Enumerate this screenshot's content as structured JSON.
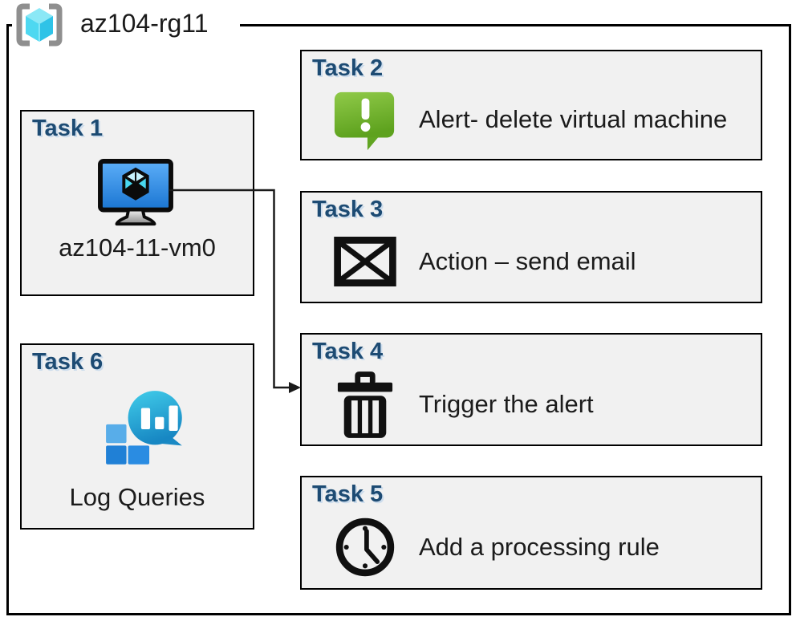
{
  "resource_group": {
    "label": "az104-rg11",
    "icon": "resource-group-icon"
  },
  "tasks": [
    {
      "title": "Task 1",
      "label": "az104-11-vm0",
      "icon": "virtual-machine-icon"
    },
    {
      "title": "Task 2",
      "label": "Alert- delete virtual machine",
      "icon": "alert-message-icon"
    },
    {
      "title": "Task 3",
      "label": "Action – send email",
      "icon": "email-envelope-icon"
    },
    {
      "title": "Task 4",
      "label": "Trigger the alert",
      "icon": "trash-icon"
    },
    {
      "title": "Task 5",
      "label": "Add a processing rule",
      "icon": "clock-icon"
    },
    {
      "title": "Task 6",
      "label": "Log Queries",
      "icon": "log-analytics-icon"
    }
  ],
  "connector": {
    "from": "Task 1 virtual machine",
    "to": "Task 4 trigger the alert"
  },
  "colors": {
    "task_title_blue": "#1d4b73",
    "box_fill": "#f1f1f1",
    "border_black": "#000000",
    "alert_green_top": "#90ca49",
    "alert_green_bottom": "#5ea21e",
    "vm_screen_blue_top": "#5caef8",
    "vm_screen_blue_bottom": "#1a75d2",
    "log_analytics_teal_top": "#41cdea",
    "log_analytics_teal_bottom": "#1787c3",
    "resource_group_cyan": "#4ed8f1",
    "bracket_gray": "#8f8f8f"
  }
}
